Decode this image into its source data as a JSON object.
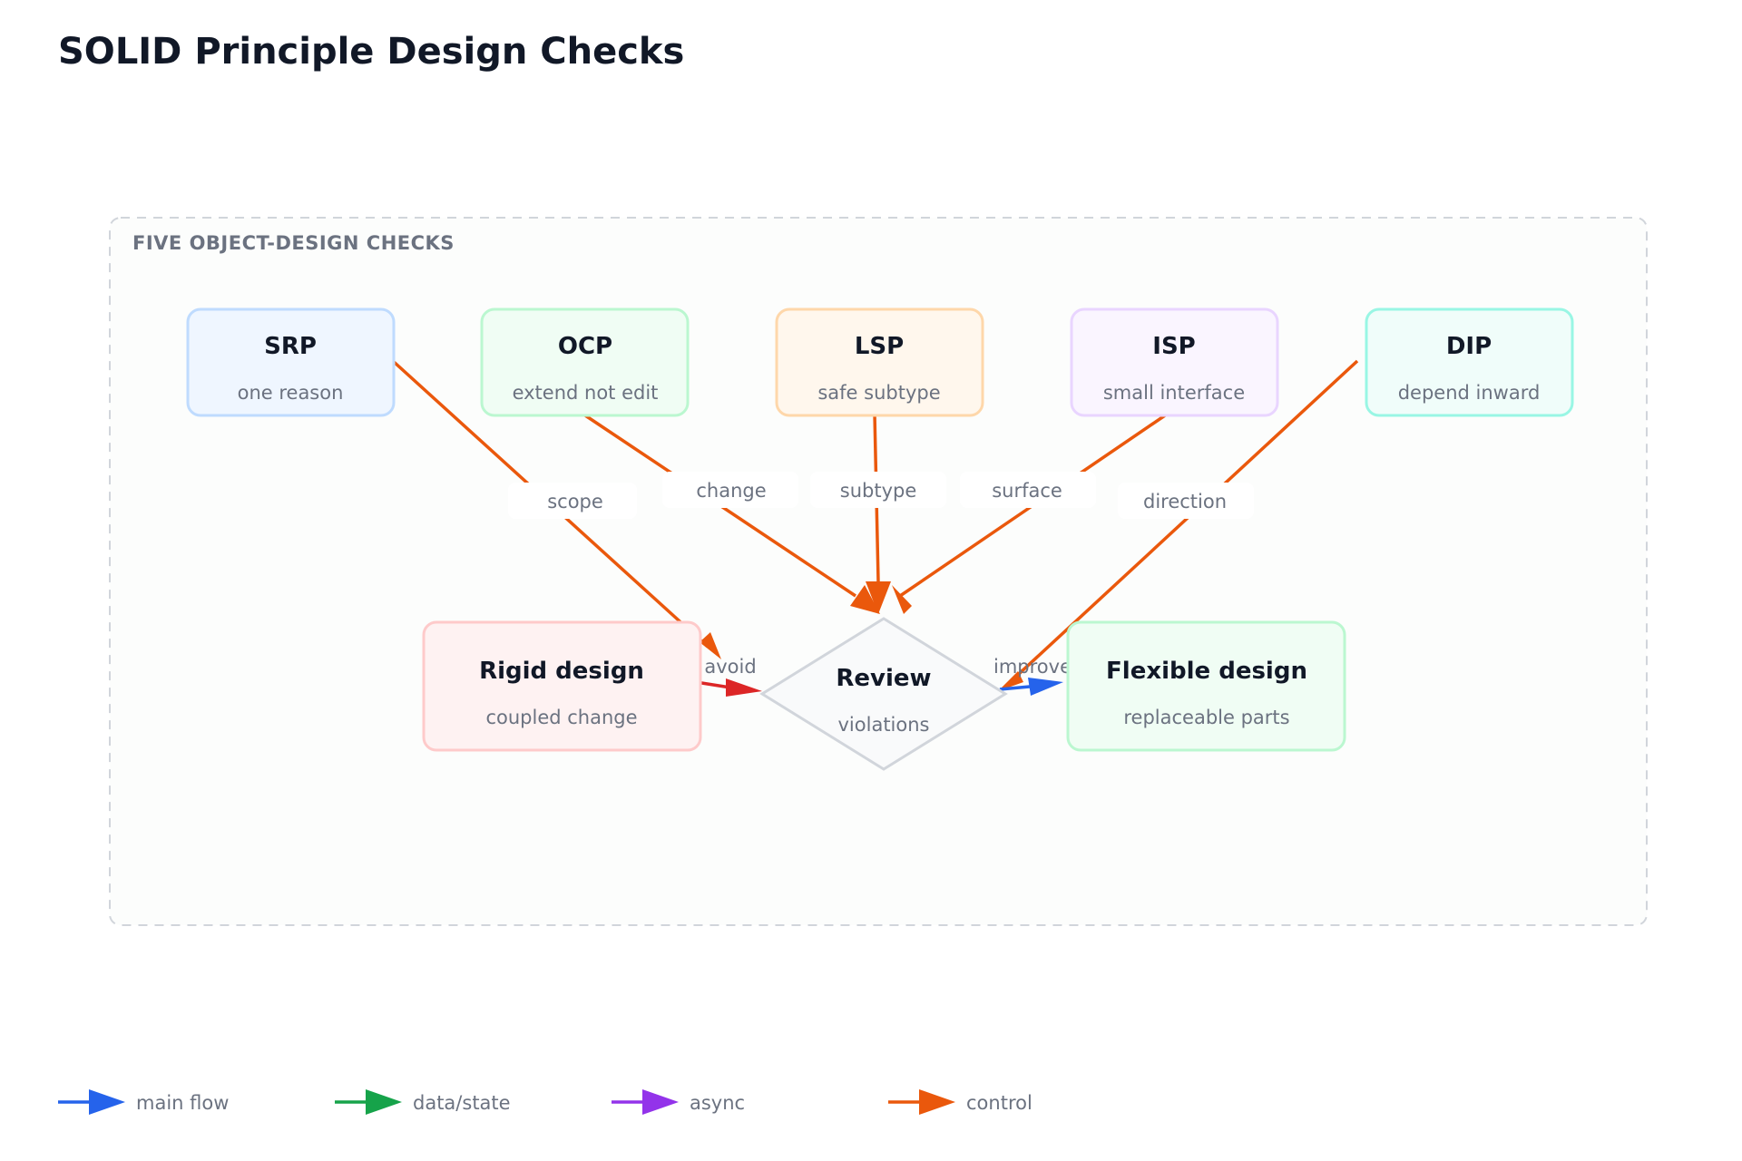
{
  "title": "SOLID Principle Design Checks",
  "group": {
    "label": "FIVE OBJECT-DESIGN CHECKS"
  },
  "nodes": {
    "srp": {
      "title": "SRP",
      "subtitle": "one reason"
    },
    "ocp": {
      "title": "OCP",
      "subtitle": "extend not edit"
    },
    "lsp": {
      "title": "LSP",
      "subtitle": "safe subtype"
    },
    "isp": {
      "title": "ISP",
      "subtitle": "small interface"
    },
    "dip": {
      "title": "DIP",
      "subtitle": "depend inward"
    },
    "rigid": {
      "title": "Rigid design",
      "subtitle": "coupled change"
    },
    "review": {
      "title": "Review",
      "subtitle": "violations"
    },
    "flexible": {
      "title": "Flexible design",
      "subtitle": "replaceable parts"
    }
  },
  "edges": {
    "srp_review": "scope",
    "ocp_review": "change",
    "lsp_review": "subtype",
    "isp_review": "surface",
    "dip_flexible": "direction",
    "rigid_review": "avoid",
    "review_flexible": "improve"
  },
  "legend": [
    {
      "label": "main flow",
      "color": "#2563eb"
    },
    {
      "label": "data/state",
      "color": "#16a34a"
    },
    {
      "label": "async",
      "color": "#9333ea"
    },
    {
      "label": "control",
      "color": "#ea580c"
    }
  ],
  "colors": {
    "control": "#ea580c",
    "main_flow": "#2563eb",
    "avoid": "#dc2626"
  }
}
